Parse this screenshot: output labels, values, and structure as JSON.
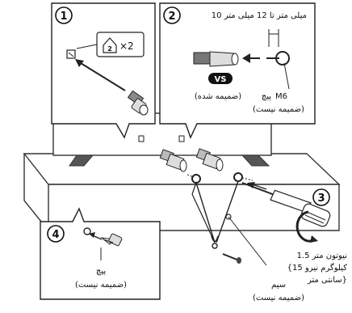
{
  "steps": {
    "step1": {
      "number": "1",
      "quantity": "×2"
    },
    "step2": {
      "number": "2",
      "distance_label": "10 میلی متر تا 12 میلی متر",
      "vs_badge": "VS",
      "supplied_label": "(ضمیمه شده)",
      "screw_size": "M6",
      "screw_label": "پیچ",
      "not_supplied_label": "(ضمیمه نیست)"
    },
    "step3": {
      "number": "3",
      "torque_line1": "1.5 نیوتون متر",
      "torque_line2": "{15 کیلوگرم نیرو",
      "torque_line3": "سانتی متر}"
    },
    "step4": {
      "number": "4",
      "screw_label": "پیچ",
      "not_supplied_label": "(ضمیمه نیست)"
    }
  },
  "wire": {
    "label": "سیم",
    "not_supplied_label": "(ضمیمه نیست)"
  },
  "icons": [
    "wall-mount-bracket-icon",
    "screw-icon",
    "wire-icon",
    "rotation-arrow-icon"
  ]
}
